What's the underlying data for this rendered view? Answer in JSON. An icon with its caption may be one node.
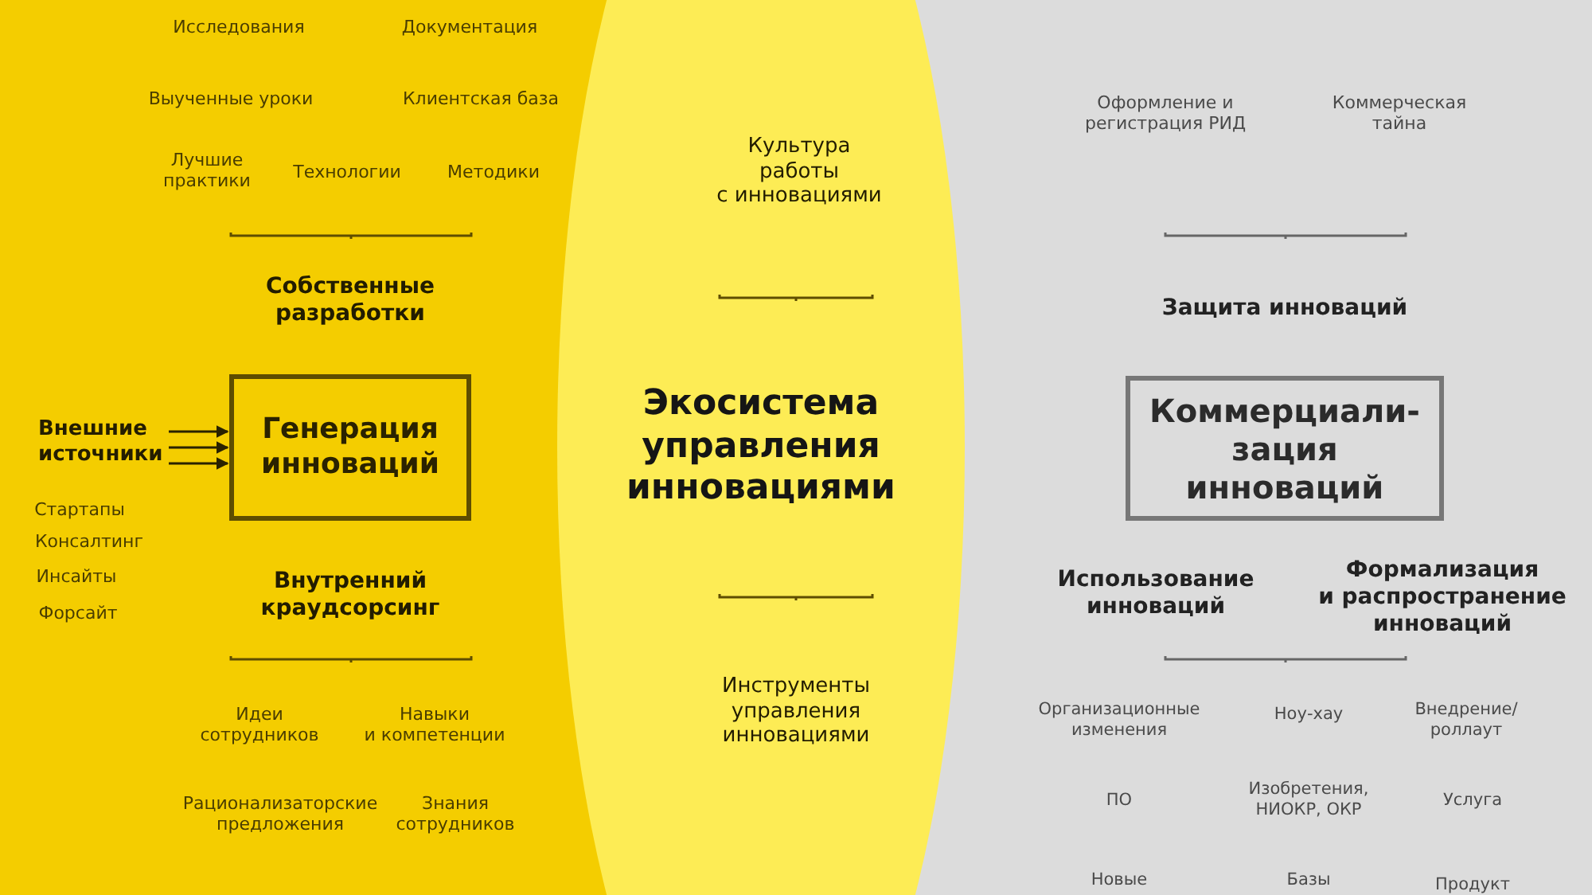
{
  "diagram": {
    "nodes": [
      {
        "text": [
          "Внешние источники"
        ]
      },
      {
        "text": [
          "Генерация инноваций"
        ]
      },
      {
        "text": [
          "Экосистема управления инновациями"
        ]
      },
      {
        "text": [
          "Коммерциали-зация инноваций"
        ]
      }
    ],
    "edges": [
      {
        "from": 0,
        "to": 1,
        "arrow": "to"
      },
      {
        "from": 0,
        "to": 1,
        "arrow": "to"
      },
      {
        "from": 0,
        "to": 1,
        "arrow": "to"
      }
    ],
    "labels": [
      "Исследования",
      "Документация",
      "Выученные уроки",
      "Клиентская база",
      "Лучшие практики",
      "Технологии",
      "Методики",
      "Собственные разработки",
      "Стартапы",
      "Консалтинг",
      "Инсайты",
      "Форсайт",
      "Внутренний краудсорсинг",
      "Идеи сотрудников",
      "Навыки и компетенции",
      "Рационализаторские предложения",
      "Знания сотрудников",
      "Культура работы с инновациями",
      "Инструменты управления инновациями",
      "Оформление и регистрация РИД",
      "Коммерческая тайна",
      "Защита инноваций",
      "Использование инноваций",
      "Формализация и распространение инноваций",
      "Организационные изменения",
      "Ноу-хау",
      "Внедрение/ роллаут",
      "ПО",
      "Изобретения, НИОКР, ОКР",
      "Услуга",
      "Новые",
      "Базы",
      "Продукт"
    ]
  }
}
